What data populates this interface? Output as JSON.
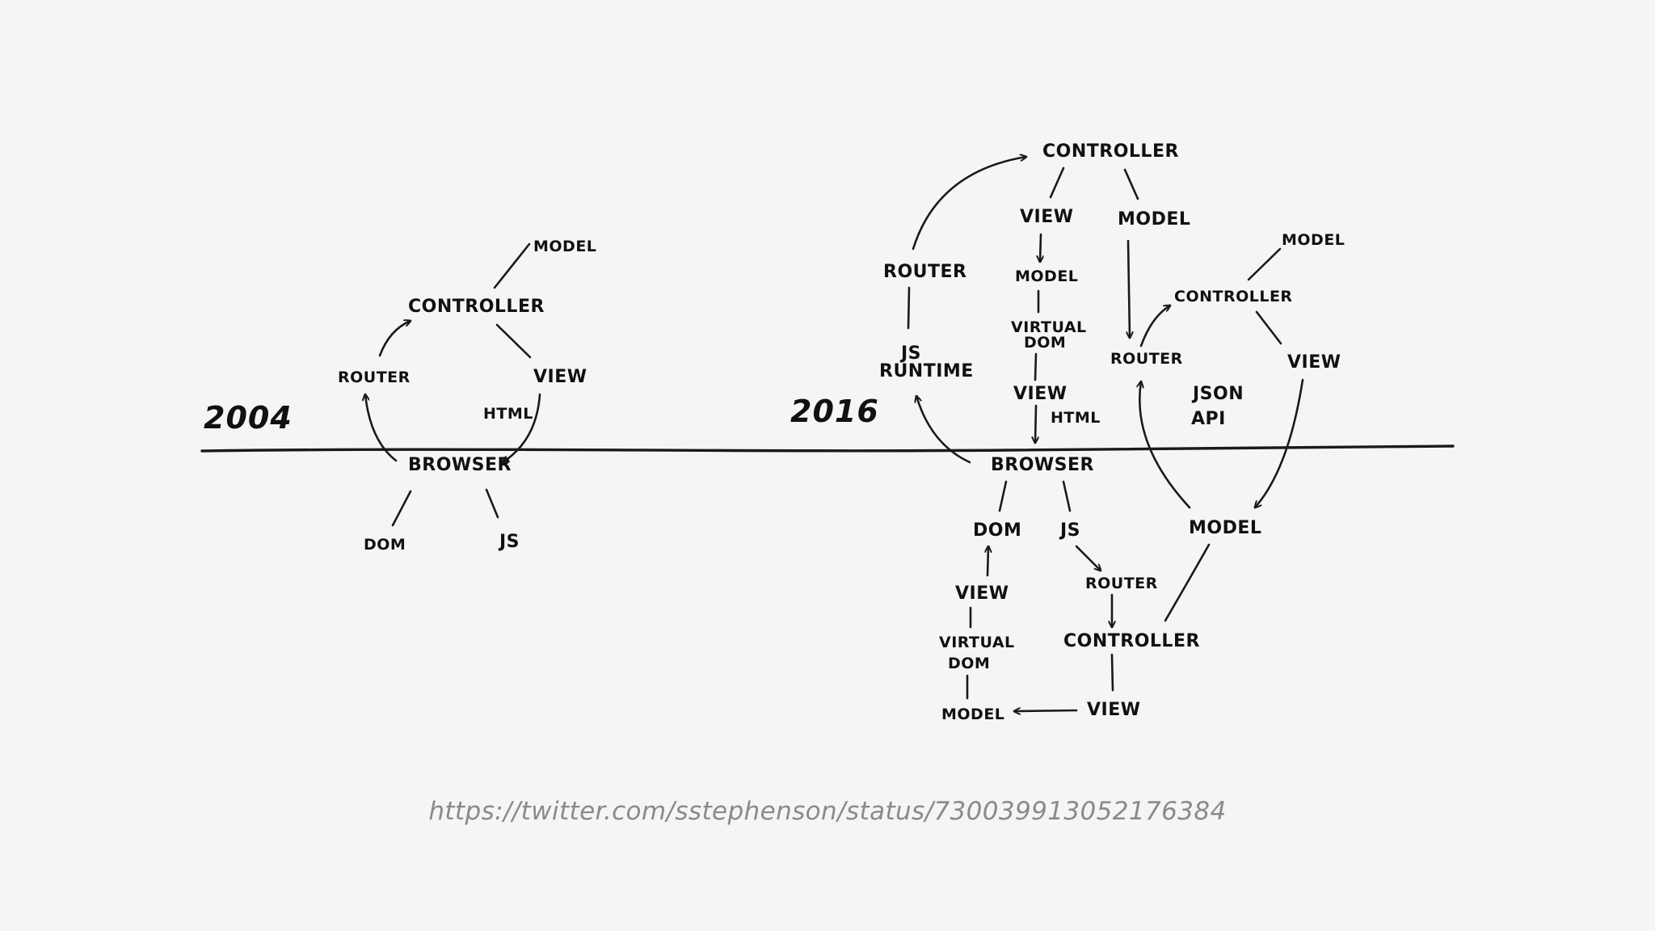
{
  "caption": "https://twitter.com/sstephenson/status/730039913052176384",
  "era_2004": {
    "year": "2004",
    "model": "MODEL",
    "controller": "CONTROLLER",
    "router": "ROUTER",
    "view": "VIEW",
    "html": "HTML",
    "browser": "BROWSER",
    "dom": "DOM",
    "js": "JS"
  },
  "era_2016": {
    "year": "2016",
    "controller_top": "CONTROLLER",
    "view_top": "VIEW",
    "model_top": "MODEL",
    "model_mid": "MODEL",
    "virtual_dom_line1": "VIRTUAL",
    "virtual_dom_line2": "DOM",
    "view_mid": "VIEW",
    "html": "HTML",
    "router_left": "ROUTER",
    "js_runtime_line1": "JS",
    "js_runtime_line2": "RUNTIME",
    "browser": "BROWSER",
    "dom": "DOM",
    "js": "JS",
    "view_dom": "VIEW",
    "virtual_dom2_line1": "VIRTUAL",
    "virtual_dom2_line2": "DOM",
    "model_bottom": "MODEL",
    "router_js": "ROUTER",
    "controller_js": "CONTROLLER",
    "view_js": "VIEW",
    "model_right_top": "MODEL",
    "controller_right": "CONTROLLER",
    "router_right": "ROUTER",
    "view_right": "VIEW",
    "json_api_line1": "JSON",
    "json_api_line2": "API",
    "model_server": "MODEL"
  }
}
